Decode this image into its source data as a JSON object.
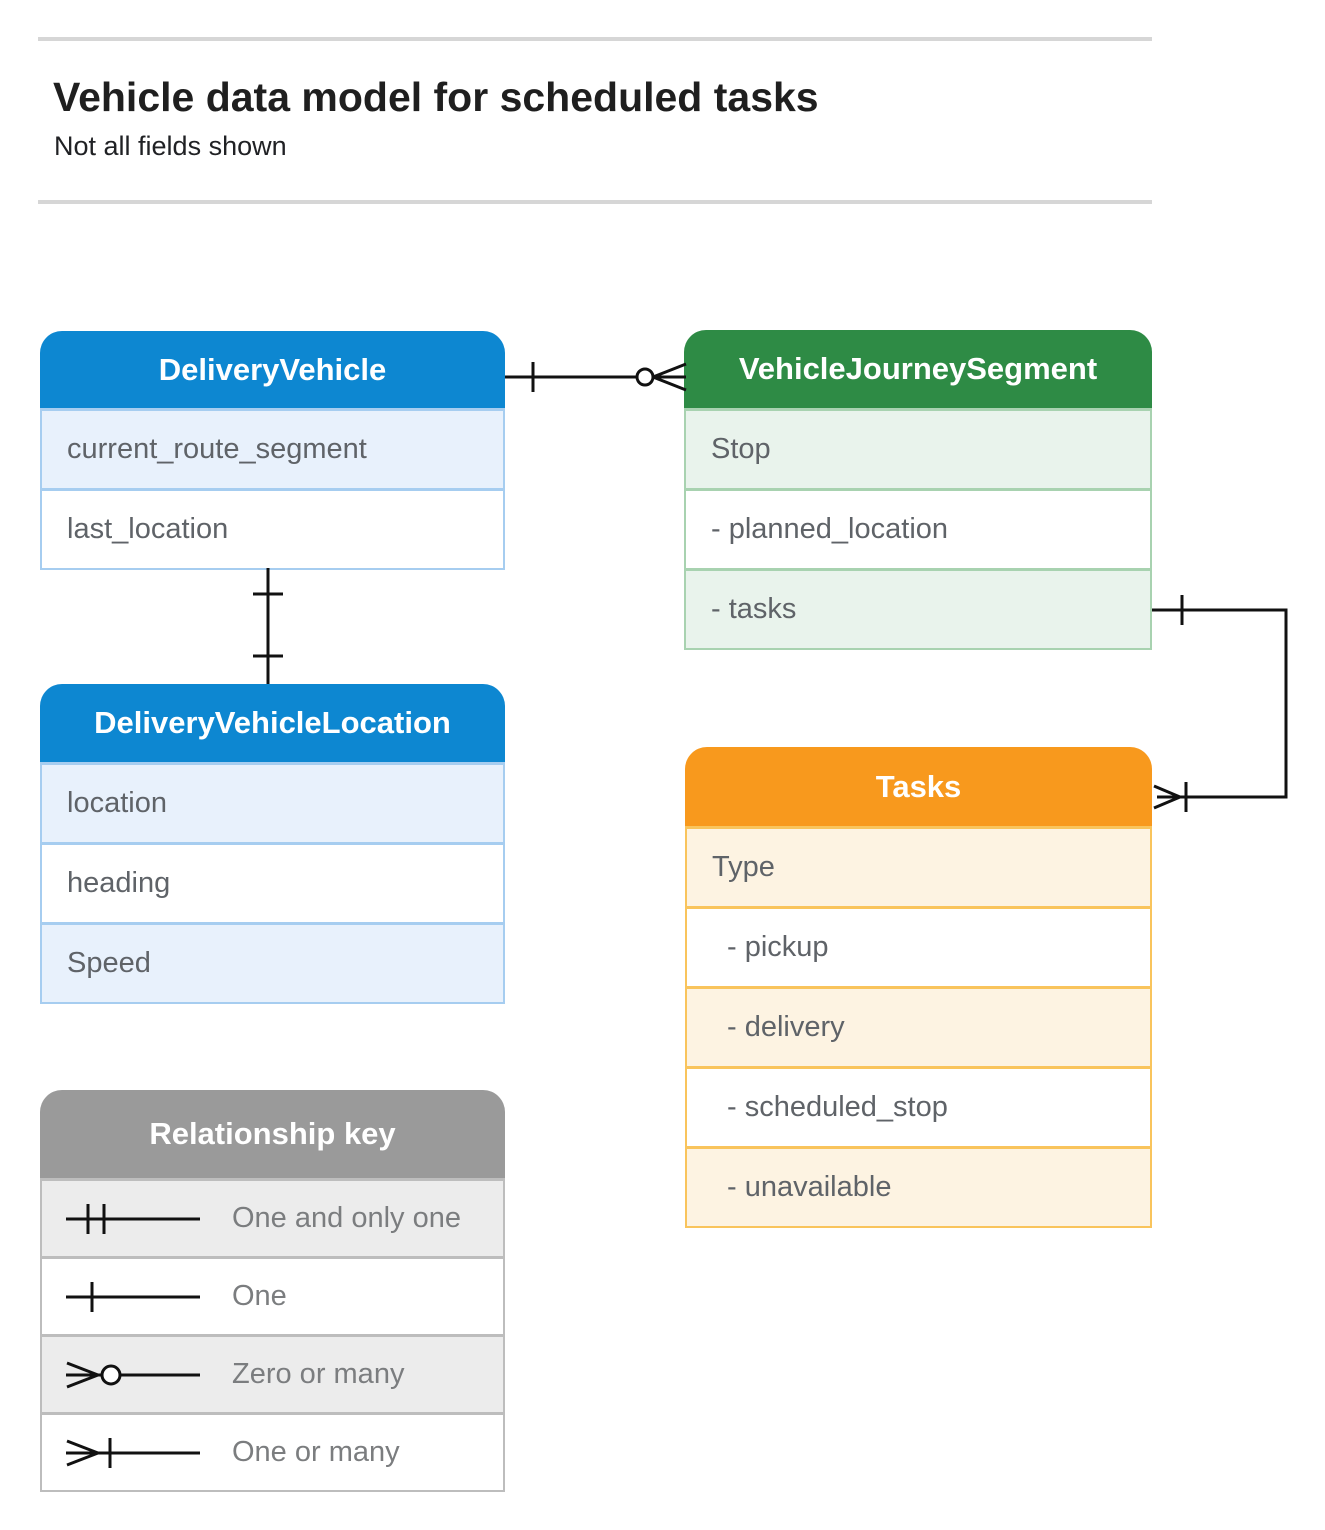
{
  "page": {
    "title": "Vehicle data model for scheduled tasks",
    "subtitle": "Not all fields shown"
  },
  "colors": {
    "blue_header": "#0d87d1",
    "blue_tint": "#e8f1fc",
    "blue_border": "#a6cdf0",
    "green_header": "#2e8b45",
    "green_tint": "#e9f3ec",
    "green_border": "#a8d2b0",
    "orange_header": "#f8991d",
    "orange_tint": "#fdf3e2",
    "orange_border": "#f9c45c",
    "gray_header": "#9a9a9a",
    "gray_tint": "#ececec",
    "field_text": "#5f6368",
    "connector_line": "#111111"
  },
  "entities": [
    {
      "title": "DeliveryVehicle",
      "fields": [
        "current_route_segment",
        "last_location"
      ]
    },
    {
      "title": "VehicleJourneySegment",
      "fields": [
        "Stop",
        "- planned_location",
        "- tasks"
      ]
    },
    {
      "title": "DeliveryVehicleLocation",
      "fields": [
        "location",
        "heading",
        "Speed"
      ]
    },
    {
      "title": "Tasks",
      "fields": [
        "Type",
        "- pickup",
        "- delivery",
        "- scheduled_stop",
        "- unavailable"
      ]
    }
  ],
  "relationships": [
    {
      "from": "DeliveryVehicle",
      "to": "VehicleJourneySegment",
      "from_cardinality": "one",
      "to_cardinality": "zero or many"
    },
    {
      "from": "DeliveryVehicle",
      "to": "DeliveryVehicleLocation",
      "from_cardinality": "one",
      "to_cardinality": "one"
    },
    {
      "from": "VehicleJourneySegment.tasks",
      "to": "Tasks",
      "from_cardinality": "one",
      "to_cardinality": "one or many"
    }
  ],
  "legend": {
    "title": "Relationship key",
    "items": [
      {
        "symbol": "one-and-only-one",
        "label": "One and only one"
      },
      {
        "symbol": "one",
        "label": "One"
      },
      {
        "symbol": "zero-or-many",
        "label": "Zero or many"
      },
      {
        "symbol": "one-or-many",
        "label": "One or many"
      }
    ]
  }
}
